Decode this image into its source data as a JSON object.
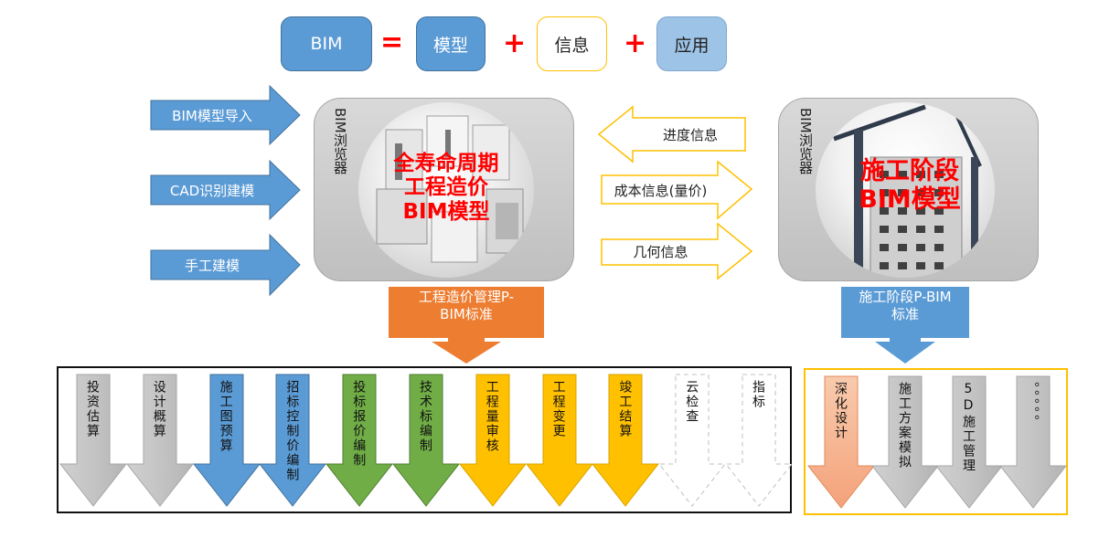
{
  "equation": {
    "bim": "BIM",
    "equals": "=",
    "model": "模型",
    "plus1": "+",
    "info": "信息",
    "plus2": "+",
    "application": "应用"
  },
  "inputs": [
    {
      "label": "BIM模型导入"
    },
    {
      "label": "CAD识别建模"
    },
    {
      "label": "手工建模"
    }
  ],
  "cost_panel": {
    "browser_label": "BIM浏览器",
    "title_lines": [
      "全寿命周期",
      "工程造价",
      "BIM模型"
    ]
  },
  "construction_panel": {
    "browser_label": "BIM浏览器",
    "title_lines": [
      "施工阶段",
      "BIM模型"
    ]
  },
  "exchange": [
    {
      "label": "进度信息",
      "direction": "left"
    },
    {
      "label": "成本信息(量价)",
      "direction": "right"
    },
    {
      "label": "几何信息",
      "direction": "right"
    }
  ],
  "standards": {
    "cost": {
      "lines": [
        "工程造价管理P-",
        "BIM标准"
      ]
    },
    "construction": {
      "lines": [
        "施工阶段P-BIM",
        "标准"
      ]
    }
  },
  "cost_stages": [
    {
      "label": "投资估算",
      "color": "gray"
    },
    {
      "label": "设计概算",
      "color": "gray"
    },
    {
      "label": "施工图预算",
      "color": "blue"
    },
    {
      "label": "招标控制价编制",
      "color": "blue"
    },
    {
      "label": "投标报价编制",
      "color": "green"
    },
    {
      "label": "技术标编制",
      "color": "green"
    },
    {
      "label": "工程量审核",
      "color": "yellow"
    },
    {
      "label": "工程变更",
      "color": "yellow"
    },
    {
      "label": "竣工结算",
      "color": "yellow"
    },
    {
      "label": "云检查",
      "color": "dashed"
    },
    {
      "label": "指标",
      "color": "dashed"
    }
  ],
  "construction_stages": [
    {
      "label": "深化设计",
      "color": "salmon"
    },
    {
      "label": "施工方案模拟",
      "color": "gray"
    },
    {
      "label": "5D施工管理",
      "color": "gray"
    },
    {
      "label": "。。。。。",
      "color": "gray"
    }
  ],
  "colors": {
    "blue": "#5b9bd5",
    "light_blue": "#9dc3e6",
    "orange": "#ed7d31",
    "yellow": "#ffc000",
    "green": "#70ad47",
    "gray": "#bfbfbf",
    "salmon": "#f4b183",
    "red": "#ff0000"
  }
}
